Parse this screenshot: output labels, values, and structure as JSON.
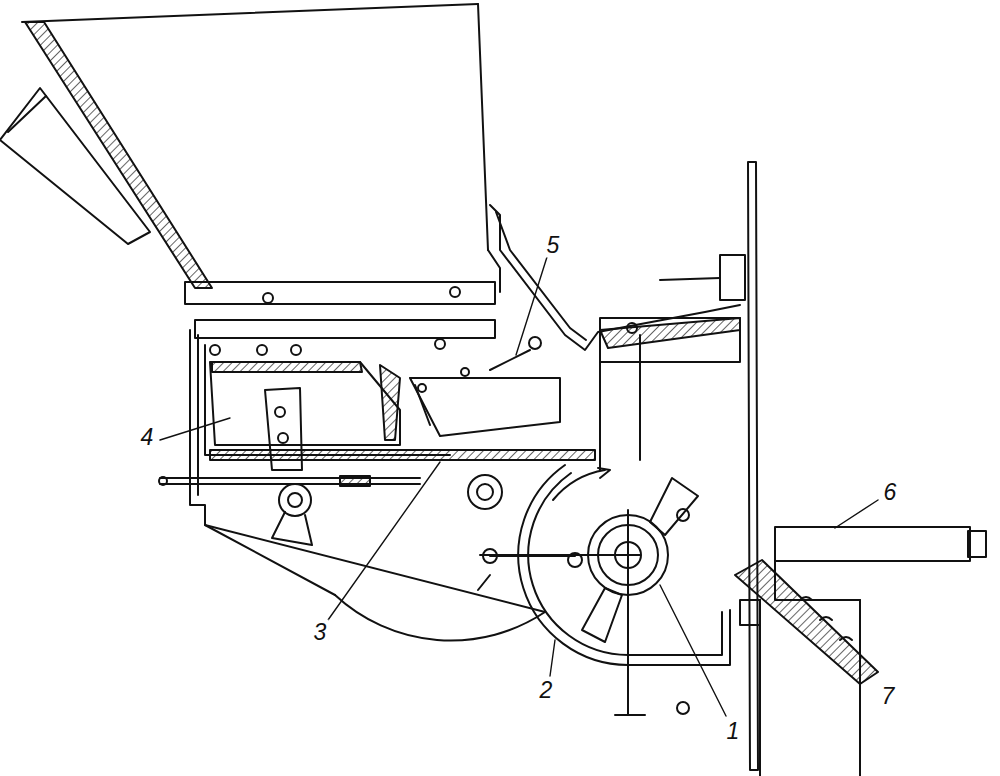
{
  "diagram": {
    "labels": [
      "5",
      "4",
      "6",
      "3",
      "2",
      "7",
      "1"
    ]
  }
}
